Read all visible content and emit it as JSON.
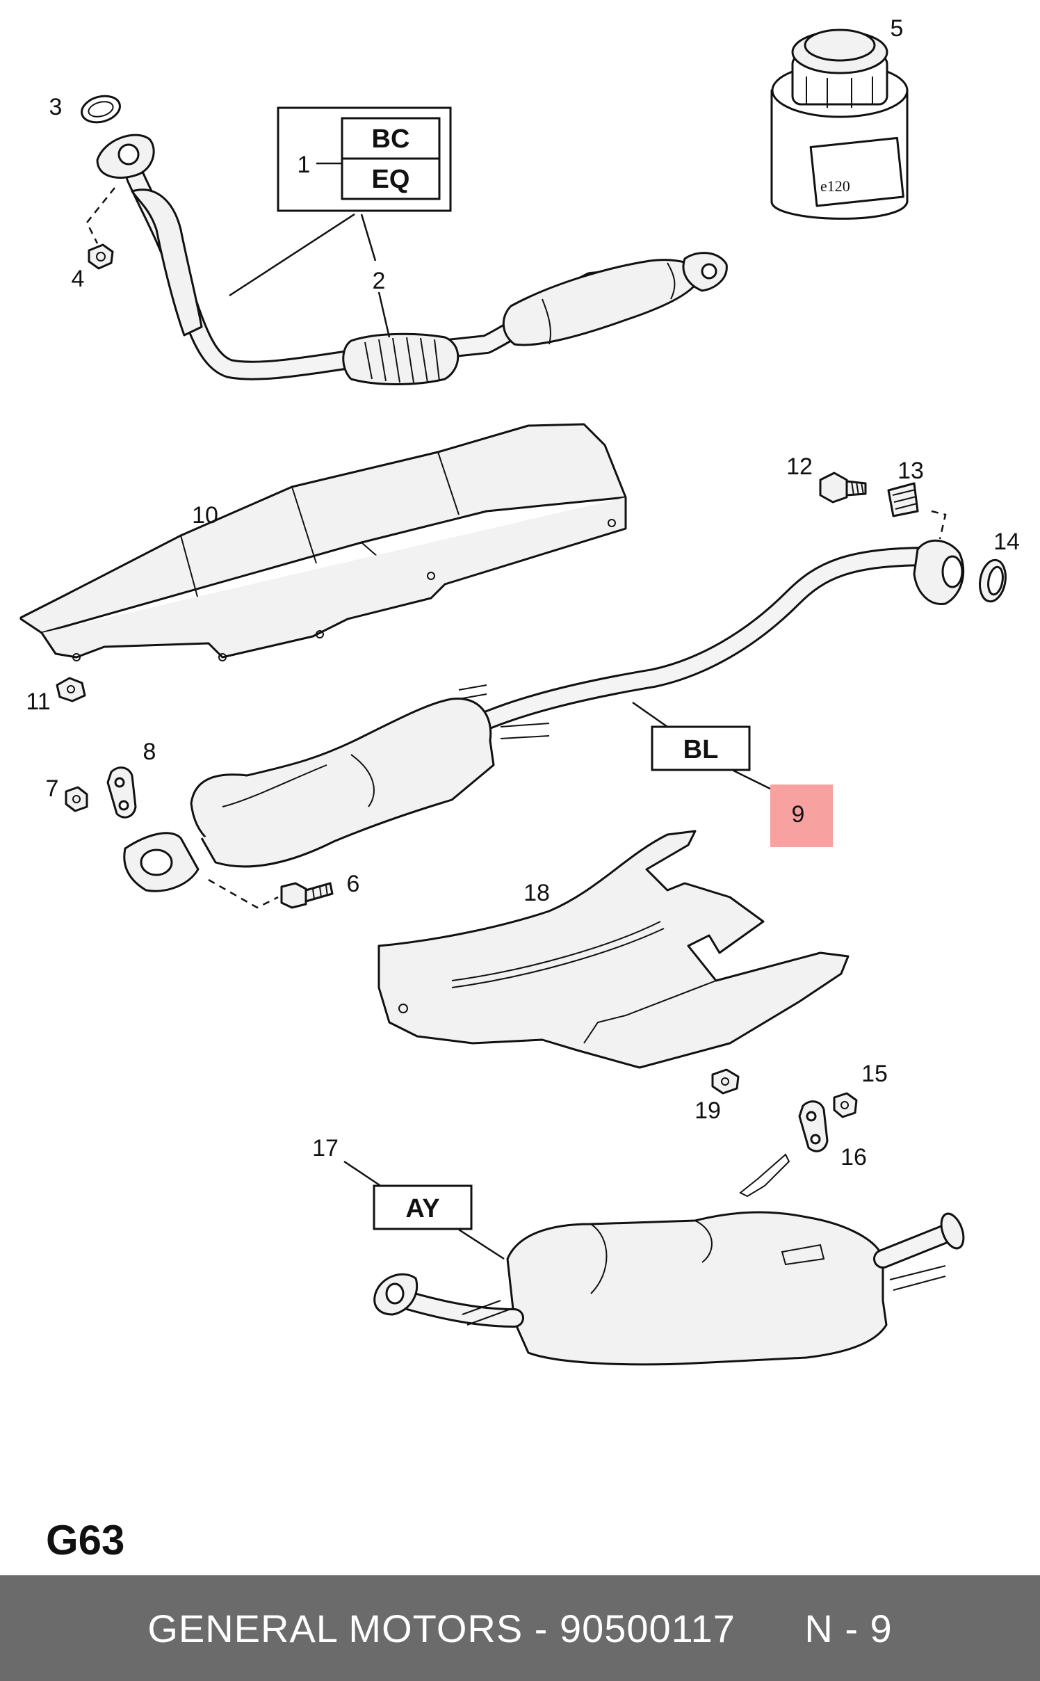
{
  "diagram": {
    "page_code": "G63",
    "callouts": {
      "c1": "1",
      "c2": "2",
      "c3": "3",
      "c4": "4",
      "c5": "5",
      "c6": "6",
      "c7": "7",
      "c8": "8",
      "c9": "9",
      "c10": "10",
      "c11": "11",
      "c12": "12",
      "c13": "13",
      "c14": "14",
      "c15": "15",
      "c16": "16",
      "c17": "17",
      "c18": "18",
      "c19": "19"
    },
    "codes": {
      "bc": "BC",
      "eq": "EQ",
      "bl": "BL",
      "ay": "AY"
    },
    "label_text": "e120",
    "highlight_color": "#f7a1a1"
  },
  "footer": {
    "brand": "GENERAL MOTORS",
    "separator": " - ",
    "part_number": "90500117",
    "ref": "N - 9"
  }
}
